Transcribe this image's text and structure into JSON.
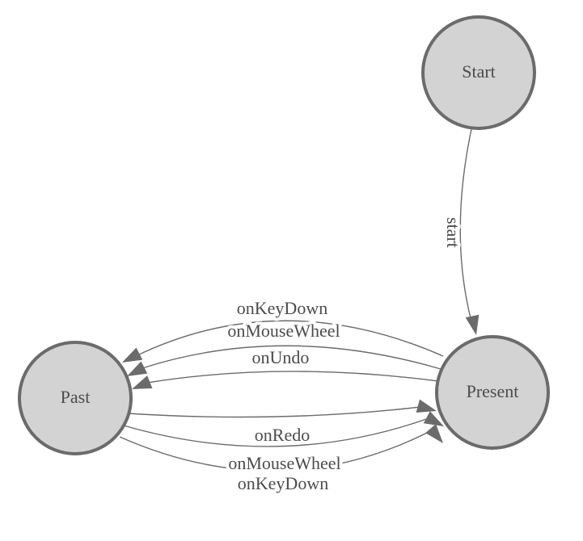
{
  "diagram": {
    "kind": "state-machine-diagram",
    "nodes": [
      {
        "id": "start",
        "label": "Start"
      },
      {
        "id": "present",
        "label": "Present"
      },
      {
        "id": "past",
        "label": "Past"
      }
    ],
    "edges": [
      {
        "from": "Start",
        "to": "Present",
        "label": "start"
      },
      {
        "from": "Present",
        "to": "Past",
        "label": "onKeyDown"
      },
      {
        "from": "Present",
        "to": "Past",
        "label": "onMouseWheel"
      },
      {
        "from": "Present",
        "to": "Past",
        "label": "onUndo"
      },
      {
        "from": "Past",
        "to": "Present",
        "label": "onRedo"
      },
      {
        "from": "Past",
        "to": "Present",
        "label": "onMouseWheel"
      },
      {
        "from": "Past",
        "to": "Present",
        "label": "onKeyDown"
      }
    ],
    "colors": {
      "node_fill": "#d3d3d3",
      "node_stroke": "#6b6b6b",
      "edge_stroke": "#6b6b6b",
      "arrow_fill": "#6b6b6b",
      "label_text": "#4c4c4c",
      "background": "#ffffff"
    }
  }
}
